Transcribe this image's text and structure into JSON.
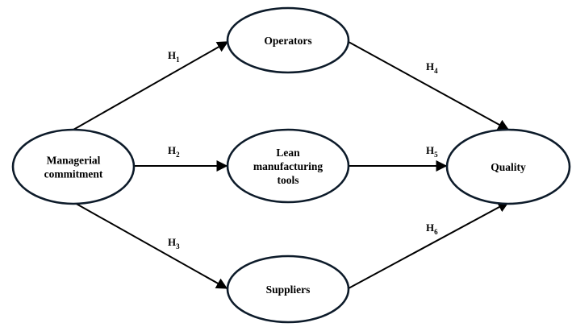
{
  "nodes": [
    {
      "id": "managerial",
      "lines": [
        "Managerial",
        "commitment"
      ]
    },
    {
      "id": "operators",
      "lines": [
        "Operators"
      ]
    },
    {
      "id": "lean",
      "lines": [
        "Lean",
        "manufacturing",
        "tools"
      ]
    },
    {
      "id": "suppliers",
      "lines": [
        "Suppliers"
      ]
    },
    {
      "id": "quality",
      "lines": [
        "Quality"
      ]
    }
  ],
  "edges": [
    {
      "from": "managerial",
      "to": "operators",
      "label": "H",
      "sub": "1"
    },
    {
      "from": "managerial",
      "to": "lean",
      "label": "H",
      "sub": "2"
    },
    {
      "from": "managerial",
      "to": "suppliers",
      "label": "H",
      "sub": "3"
    },
    {
      "from": "operators",
      "to": "quality",
      "label": "H",
      "sub": "4"
    },
    {
      "from": "lean",
      "to": "quality",
      "label": "H",
      "sub": "5"
    },
    {
      "from": "suppliers",
      "to": "quality",
      "label": "H",
      "sub": "6"
    }
  ]
}
